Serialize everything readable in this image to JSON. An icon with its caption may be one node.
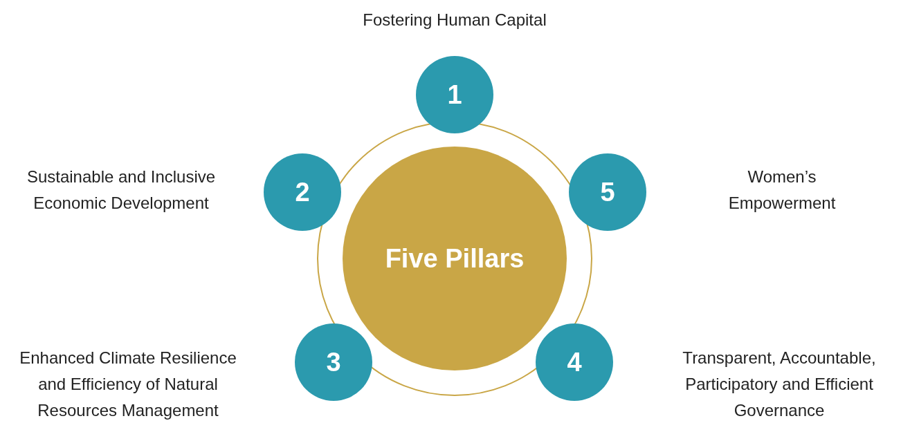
{
  "diagram": {
    "nodes": [
      {
        "text": [
          "Five Pillars"
        ]
      },
      {
        "text": [
          "1"
        ],
        "beside": [
          "Fostering Human Capital"
        ]
      },
      {
        "text": [
          "2"
        ],
        "beside": [
          "Sustainable and Inclusive Economic Development"
        ]
      },
      {
        "text": [
          "3"
        ],
        "beside": [
          "Enhanced Climate Resilience and Efficiency of Natural Resources Management"
        ]
      },
      {
        "text": [
          "4"
        ]
      },
      {
        "text": [
          "5"
        ]
      }
    ],
    "labels": [
      "Women’s Empowerment",
      "Transparent, Accountable, Participatory and Efficient Governance"
    ]
  }
}
